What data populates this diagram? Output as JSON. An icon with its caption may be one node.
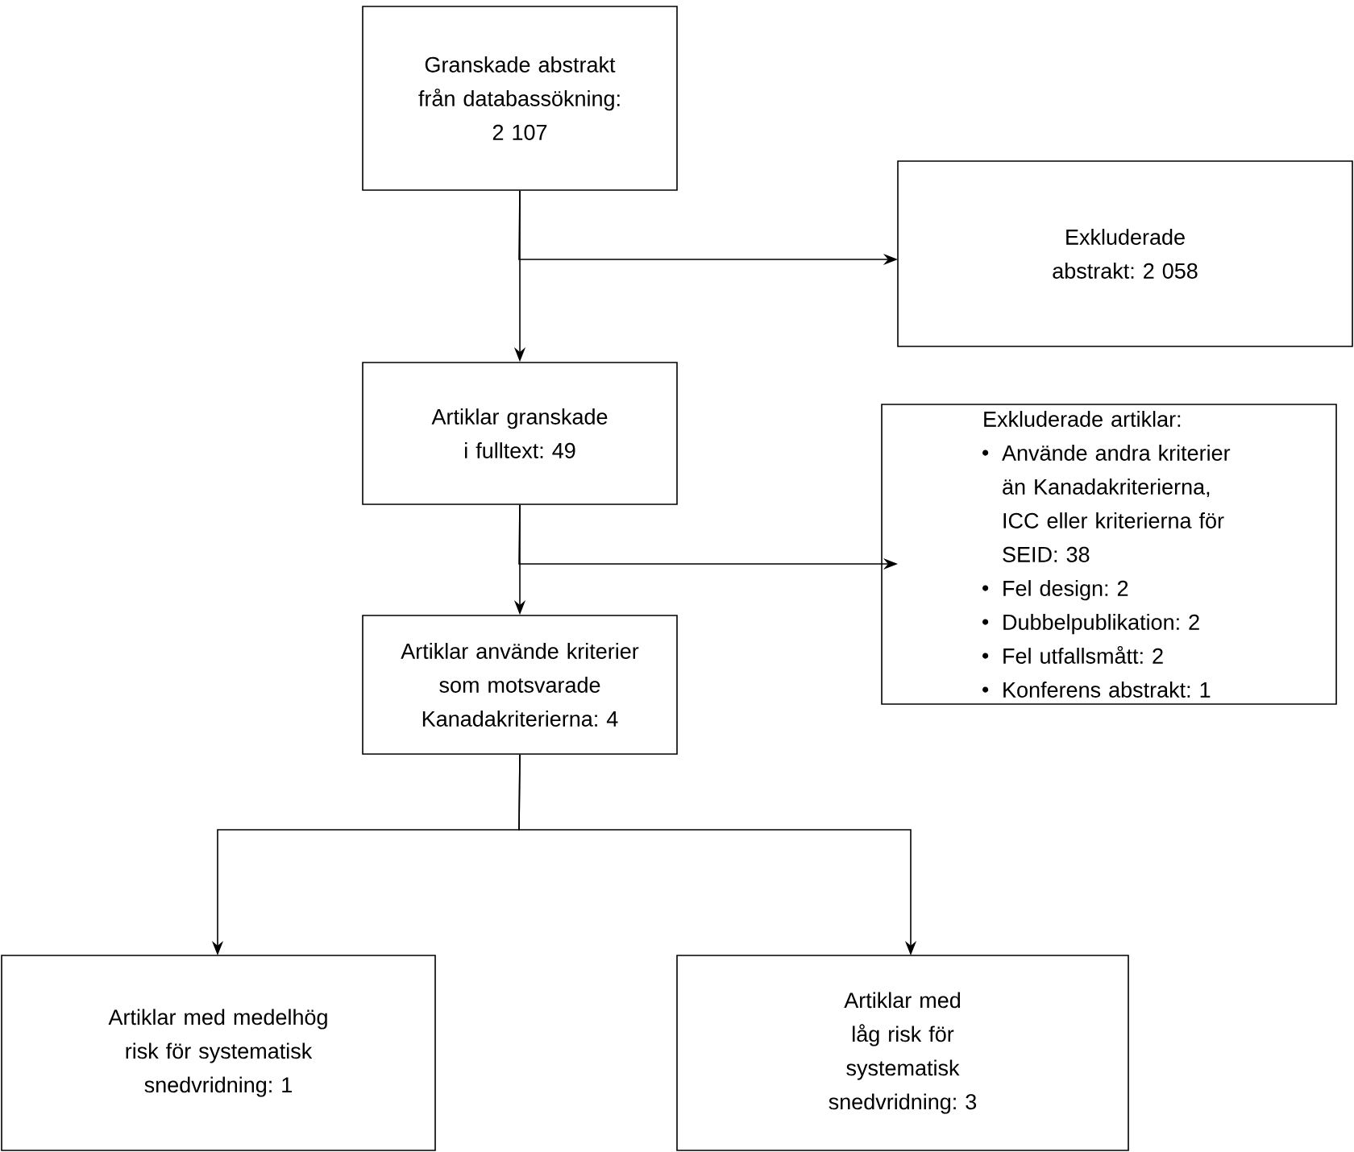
{
  "diagram": {
    "nodes": [
      {
        "text": [
          "Granskade abstrakt från databassökning: 2 107"
        ]
      },
      {
        "text": [
          "Exkluderade abstrakt: 2 058"
        ]
      },
      {
        "text": [
          "Artiklar granskade i fulltext: 49"
        ]
      },
      {
        "text": [
          "Exkluderade artiklar:",
          "Använde andra kriterier än Kanadakriterierna, ICC eller kriterierna för SEID: 38",
          "Fel design: 2",
          "Dubbelpublikation: 2",
          "Fel utfallsmått: 2",
          "Konferens abstrakt: 1"
        ]
      },
      {
        "text": [
          "Artiklar använde kriterier som motsvarade Kanadakriterierna: 4"
        ]
      },
      {
        "text": [
          "Artiklar med medelhög risk för systematisk snedvridning: 1"
        ]
      },
      {
        "text": [
          "Artiklar med låg risk för systematisk snedvridning: 3"
        ]
      }
    ],
    "edges": [
      {
        "from": 0,
        "to": 1,
        "arrow": "to"
      },
      {
        "from": 0,
        "to": 2,
        "arrow": "to"
      },
      {
        "from": 2,
        "to": 3,
        "arrow": "to"
      },
      {
        "from": 2,
        "to": 4,
        "arrow": "to"
      },
      {
        "from": 4,
        "to": 5,
        "arrow": "to"
      },
      {
        "from": 4,
        "to": 6,
        "arrow": "to"
      }
    ]
  }
}
